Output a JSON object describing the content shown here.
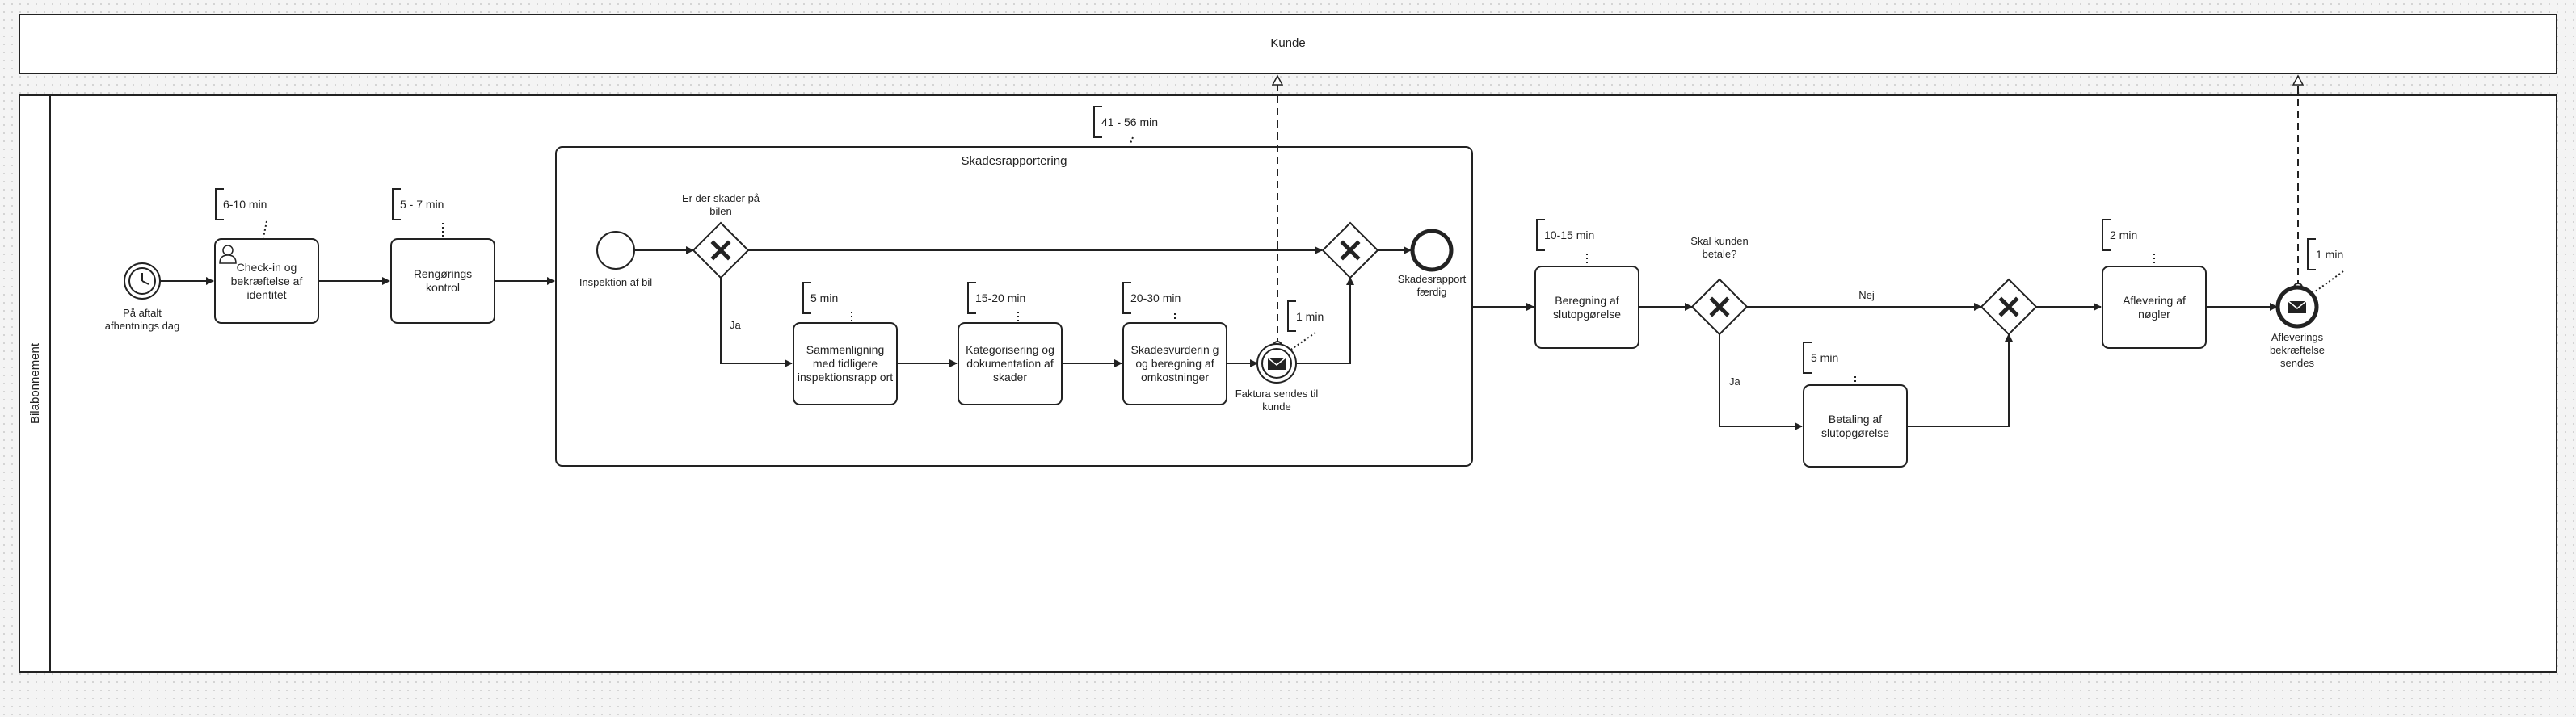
{
  "pools": {
    "customer": "Kunde",
    "company": "Bilabonnement"
  },
  "events": {
    "start": "På aftalt afhentnings dag",
    "sub_start": "Inspektion af bil",
    "sub_end": "Skadesrapport færdig",
    "invoice": "Faktura sendes til kunde",
    "end": "Afleverings bekræftelse sendes"
  },
  "tasks": {
    "checkin": "Check-in og bekræftelse af identitet",
    "cleaning": "Rengørings kontrol",
    "compare": "Sammenligning med tidligere inspektionsrapp ort",
    "categorize": "Kategorisering og dokumentation af skader",
    "assess": "Skadesvurderin g og beregning af omkostninger",
    "calc": "Beregning af slutopgørelse",
    "payment": "Betaling af slutopgørelse",
    "keys": "Aflevering af nøgler"
  },
  "subprocess": {
    "title": "Skadesrapportering"
  },
  "gateways": {
    "damage_q": "Er der skader på bilen",
    "pay_q": "Skal kunden betale?"
  },
  "flow_labels": {
    "yes1": "Ja",
    "yes2": "Ja",
    "no": "Nej"
  },
  "annotations": {
    "checkin": "6-10 min",
    "cleaning": "5 - 7 min",
    "subprocess": "41 - 56 min",
    "compare": "5 min",
    "categorize": "15-20 min",
    "assess": "20-30 min",
    "invoice": "1 min",
    "calc": "10-15 min",
    "payment": "5 min",
    "keys": "2 min",
    "end": "1 min"
  },
  "colors": {
    "line": "#222222",
    "fill": "#ffffff",
    "canvas": "#f4f4f4"
  }
}
